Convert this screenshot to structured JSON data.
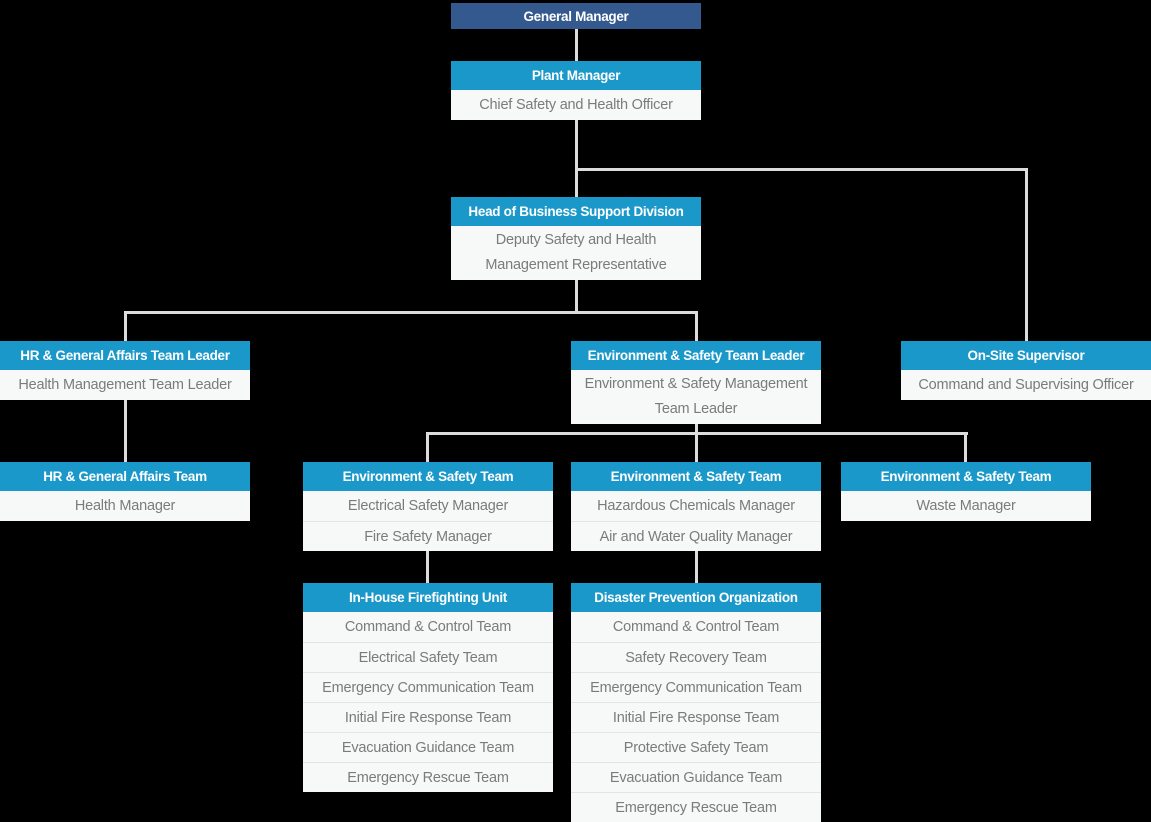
{
  "colors": {
    "background": "#000000",
    "node_header_primary": "#33598e",
    "node_header_accent": "#1b98ca",
    "node_body_background": "#f7f8f8",
    "node_body_text": "#7b7b7b",
    "node_header_text": "#ffffff",
    "connector_line": "#dcdcdc",
    "row_divider": "#e4e4e4"
  },
  "chart": {
    "type": "org-chart",
    "nodes": [
      {
        "id": "general-manager",
        "variant": "primary",
        "title": "General Manager",
        "roles": []
      },
      {
        "id": "plant-manager",
        "variant": "accent",
        "title": "Plant Manager",
        "roles": [
          "Chief Safety and Health Officer"
        ]
      },
      {
        "id": "head-of-business-support-division",
        "variant": "accent",
        "title": "Head of Business Support Division",
        "roles": [
          "Deputy Safety and Health Management Representative"
        ]
      },
      {
        "id": "hr-general-affairs-team-leader",
        "variant": "accent",
        "title": "HR & General Affairs Team Leader",
        "roles": [
          "Health Management Team Leader"
        ]
      },
      {
        "id": "environment-safety-team-leader",
        "variant": "accent",
        "title": "Environment & Safety Team Leader",
        "roles": [
          "Environment & Safety Management Team Leader"
        ]
      },
      {
        "id": "on-site-supervisor",
        "variant": "accent",
        "title": "On-Site Supervisor",
        "roles": [
          "Command and Supervising Officer"
        ]
      },
      {
        "id": "hr-general-affairs-team",
        "variant": "accent",
        "title": "HR & General Affairs Team",
        "roles": [
          "Health Manager"
        ]
      },
      {
        "id": "environment-safety-team-electrical",
        "variant": "accent",
        "title": "Environment & Safety Team",
        "roles": [
          "Electrical Safety Manager",
          "Fire Safety Manager"
        ]
      },
      {
        "id": "environment-safety-team-chemicals",
        "variant": "accent",
        "title": "Environment & Safety Team",
        "roles": [
          "Hazardous Chemicals Manager",
          "Air and Water Quality Manager"
        ]
      },
      {
        "id": "environment-safety-team-waste",
        "variant": "accent",
        "title": "Environment & Safety Team",
        "roles": [
          "Waste Manager"
        ]
      },
      {
        "id": "in-house-firefighting-unit",
        "variant": "accent",
        "title": "In-House Firefighting Unit",
        "roles": [
          "Command & Control Team",
          "Electrical Safety Team",
          "Emergency Communication Team",
          "Initial Fire Response Team",
          "Evacuation Guidance Team",
          "Emergency Rescue Team"
        ]
      },
      {
        "id": "disaster-prevention-organization",
        "variant": "accent",
        "title": "Disaster Prevention Organization",
        "roles": [
          "Command & Control Team",
          "Safety Recovery Team",
          "Emergency Communication Team",
          "Initial Fire Response Team",
          "Protective Safety Team",
          "Evacuation Guidance Team",
          "Emergency Rescue Team"
        ]
      }
    ]
  }
}
